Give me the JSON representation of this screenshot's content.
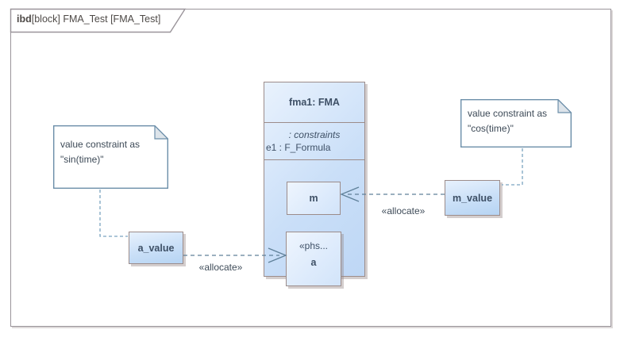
{
  "frame": {
    "keyword": "ibd",
    "title_rest": "[block] FMA_Test [FMA_Test]"
  },
  "notes": {
    "sin": {
      "line1": "value constraint as",
      "line2": "\"sin(time)\""
    },
    "cos": {
      "line1": "value constraint as",
      "line2": "\"cos(time)\""
    }
  },
  "blocks": {
    "fma": {
      "name": "fma1: FMA",
      "constraints_label": ": constraints",
      "constraint_item": "e1 : F_Formula"
    },
    "m_part": {
      "name": "m"
    },
    "a_part": {
      "stereotype": "«phs...",
      "name": "a"
    },
    "a_value": {
      "name": "a_value"
    },
    "m_value": {
      "name": "m_value"
    }
  },
  "connectors": {
    "allocate_a": {
      "label": "«allocate»"
    },
    "allocate_m": {
      "label": "«allocate»"
    }
  },
  "colors": {
    "block_border": "#9c8c8a",
    "block_fill_light": "#e9f2fd",
    "block_fill_dark": "#bed7f5",
    "note_border": "#6b8ea9",
    "allocate_connector": "#5f8099",
    "note_connector": "#7ba4c0",
    "text": "#3e5066",
    "frame_border": "#9a949a"
  }
}
